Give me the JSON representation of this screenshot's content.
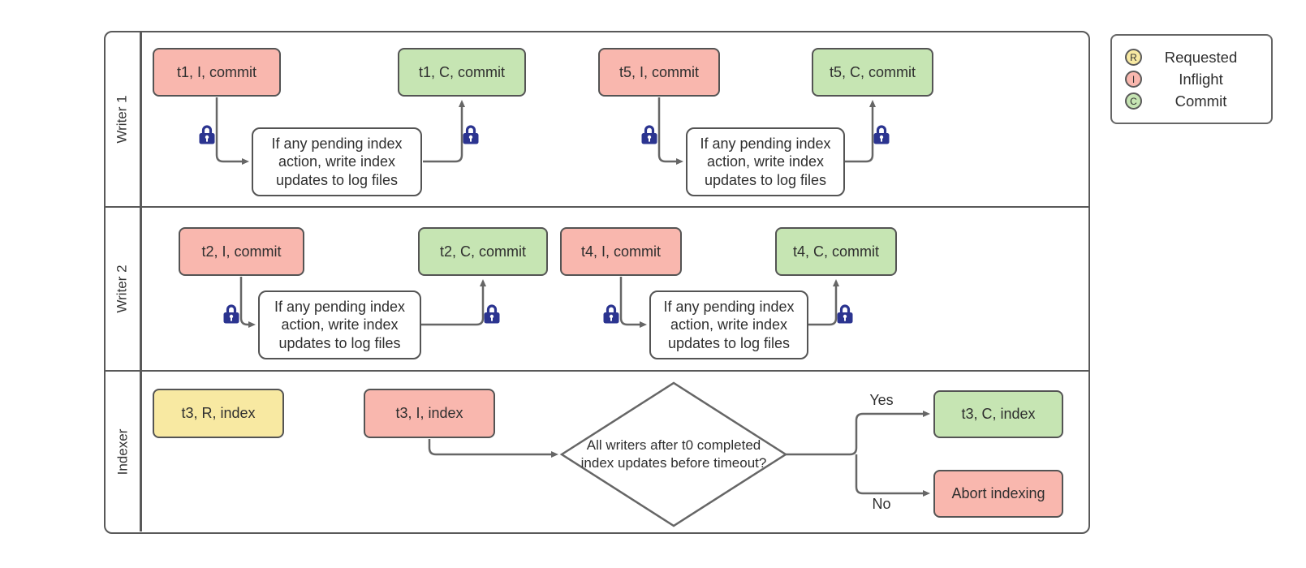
{
  "legend": {
    "items": [
      {
        "symbol": "R",
        "label": "Requested",
        "color": "#F8E9A2"
      },
      {
        "symbol": "I",
        "label": "Inflight",
        "color": "#F9B7AE"
      },
      {
        "symbol": "C",
        "label": "Commit",
        "color": "#C6E5B3"
      }
    ]
  },
  "lanes": {
    "lane1": "Writer 1",
    "lane2": "Writer 2",
    "lane3": "Indexer"
  },
  "nodes": {
    "t1_inflight": "t1, I, commit",
    "t1_commit": "t1, C, commit",
    "t5_inflight": "t5, I, commit",
    "t5_commit": "t5, C, commit",
    "t2_inflight": "t2, I, commit",
    "t2_commit": "t2, C, commit",
    "t4_inflight": "t4, I, commit",
    "t4_commit": "t4, C, commit",
    "t3_requested": "t3, R, index",
    "t3_inflight": "t3, I, index",
    "t3_commit": "t3, C, index",
    "abort": "Abort indexing",
    "pending_note": "If any pending index action, write index updates to log files",
    "decision": "All writers after t0 completed index updates before timeout?"
  },
  "edge_labels": {
    "yes": "Yes",
    "no": "No"
  },
  "colors": {
    "requested_fill": "#F8E9A2",
    "inflight_fill": "#F9B7AE",
    "commit_fill": "#C6E5B3",
    "node_border": "#545454",
    "connector": "#666666",
    "lock": "#2B3490"
  }
}
